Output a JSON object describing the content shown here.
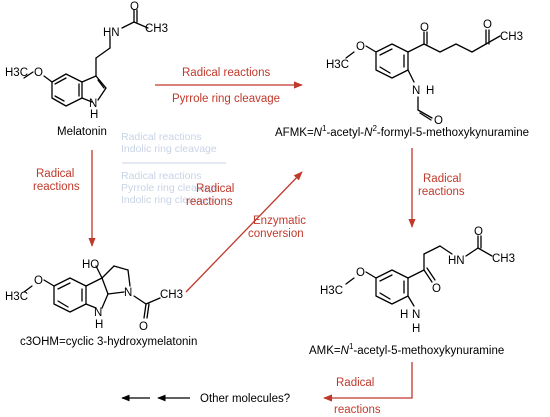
{
  "molecules": {
    "melatonin": {
      "name": "Melatonin",
      "atoms": {
        "o_methoxy": "O",
        "h3c": "H3C",
        "nh_indole": "N",
        "h_indole": "H",
        "hn_amide": "HN",
        "o_carbonyl": "O",
        "ch3": "CH3"
      }
    },
    "afmk": {
      "name": "AFMK=N1-acetyl-N2-formyl-5-methoxykynuramine",
      "caption_parts": {
        "a": "AFMK=",
        "b": "N",
        "b_sup": "1",
        "c": "-acetyl-",
        "d": "N",
        "d_sup": "2",
        "e": "-formyl-5-methoxykynuramine"
      },
      "atoms": {
        "h3c": "H3C",
        "o_methoxy": "O",
        "o_ketone": "O",
        "o_ketone2": "O",
        "ch3": "CH3",
        "n": "N",
        "h": "H",
        "o_formyl": "O"
      }
    },
    "amk": {
      "name": "AMK=N1-acetyl-5-methoxykynuramine",
      "caption_parts": {
        "a": "AMK=",
        "b": "N",
        "b_sup": "1",
        "c": "-acetyl-5-methoxykynuramine"
      },
      "atoms": {
        "h3c": "H3C",
        "o_methoxy": "O",
        "o_ketone": "O",
        "hn": "HN",
        "o_carbonyl": "O",
        "ch3": "CH3",
        "n": "N",
        "h1": "H",
        "h2": "H"
      }
    },
    "c3ohm": {
      "name": "c3OHM=cyclic 3-hydroxymelatonin",
      "atoms": {
        "h3c": "H3C",
        "o_methoxy": "O",
        "ho": "HO",
        "n_ring": "N",
        "n_indoline": "N",
        "h": "H",
        "o_carbonyl": "O",
        "ch3": "CH3"
      }
    }
  },
  "arrows": {
    "top_label_1": "Radical reactions",
    "top_label_2": "Pyrrole ring cleavage",
    "left_label_1": "Radical",
    "left_label_2": "reactions",
    "diag_label_1": "Radical",
    "diag_label_2": "reactions",
    "enzyme_label_1": "Enzymatic",
    "enzyme_label_2": "conversion",
    "right_label_1": "Radical",
    "right_label_2": "reactions",
    "bottom_label_1": "Radical",
    "bottom_label_2": "reactions"
  },
  "other": "Other molecules?",
  "ghost_text": [
    "Radical reactions",
    "Indolic ring cleavage",
    "Radical reactions",
    "Pyrrole ring cleavage",
    "Indolic ring cleavage"
  ]
}
